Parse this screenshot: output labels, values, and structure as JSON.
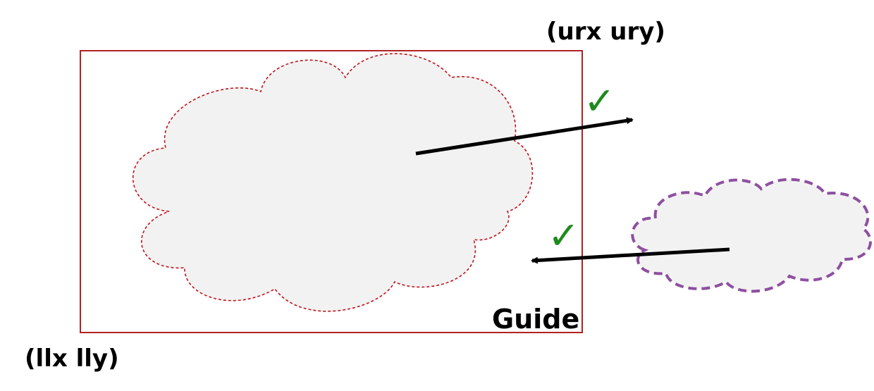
{
  "labels": {
    "upper_right": "(urx ury)",
    "lower_left": "(llx lly)",
    "box": "Guide"
  },
  "marks": {
    "check_top": "✓",
    "check_bottom": "✓"
  },
  "colors": {
    "box_stroke": "#b22222",
    "cloud_fill": "#f2f2f2",
    "inner_cloud_stroke": "#c0141c",
    "outer_cloud_stroke": "#8e4fa0",
    "arrow": "#000000",
    "check": "#1e8a1e",
    "text": "#000000"
  }
}
